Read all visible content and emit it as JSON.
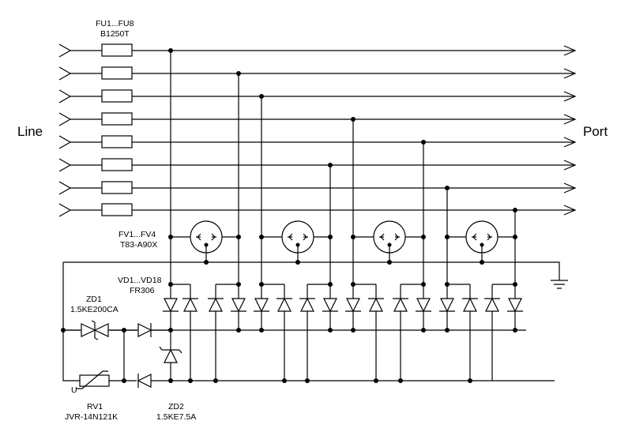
{
  "labels": {
    "line": "Line",
    "port": "Port",
    "fuses": "FU1...FU8",
    "fuse_type": "B1250T",
    "gas_tubes": "FV1...FV4",
    "gas_tube_type": "T83-A90X",
    "diodes": "VD1...VD18",
    "diode_type": "FR306",
    "zd1": "ZD1",
    "zd1_type": "1.5KE200CA",
    "rv1": "RV1",
    "rv1_type": "JVR-14N121K",
    "zd2": "ZD2",
    "zd2_type": "1.5KE7.5A",
    "varistor_u": "U"
  }
}
